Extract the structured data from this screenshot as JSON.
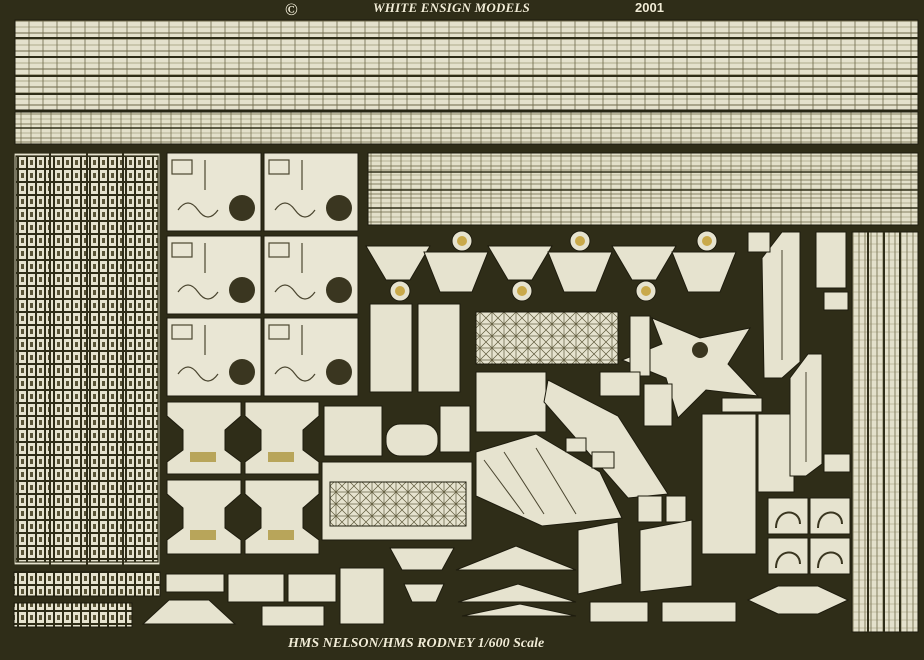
{
  "header": {
    "copyright_symbol": "©",
    "maker": "WHITE ENSIGN MODELS",
    "year": "2001"
  },
  "footer": {
    "model_title": "HMS NELSON/HMS RODNEY 1/600 Scale"
  },
  "colors": {
    "fret_brass": "#2f2d18",
    "etched_metal": "#e9e6d4",
    "detail_dark": "#3a3620",
    "label_text": "#f1ecd6"
  }
}
